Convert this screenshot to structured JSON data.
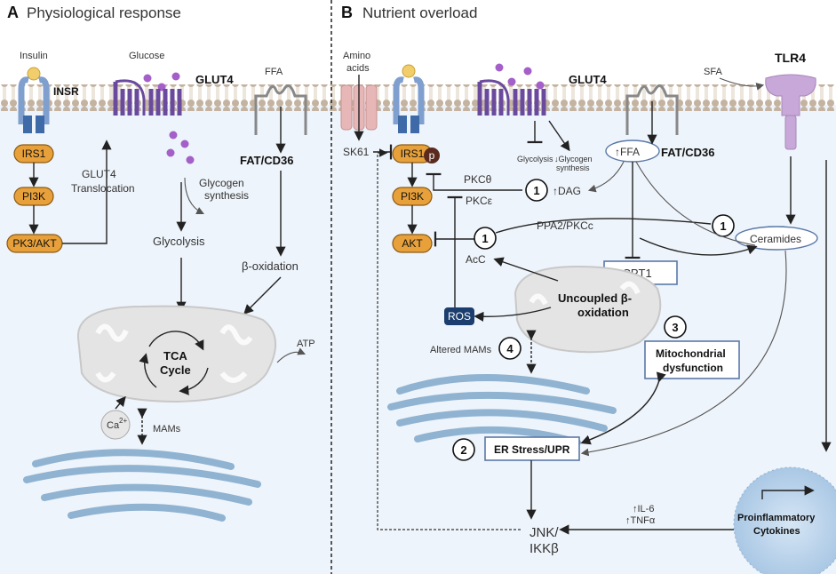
{
  "panelA": {
    "letter": "A",
    "title": "Physiological response",
    "insulin": "Insulin",
    "insr": "INSR",
    "glucose": "Glucose",
    "glut4": "GLUT4",
    "ffa": "FFA",
    "irs1": "IRS1",
    "pi3k": "PI3K",
    "pk3akt": "PK3/AKT",
    "glut4_transloc_1": "GLUT4",
    "glut4_transloc_2": "Translocation",
    "glycogen_1": "Glycogen",
    "glycogen_2": "synthesis",
    "glycolysis": "Glycolysis",
    "fatcd36": "FAT/CD36",
    "beta_oxidation": "β-oxidation",
    "tca_1": "TCA",
    "tca_2": "Cycle",
    "atp": "ATP",
    "ca": "Ca",
    "ca_sup": "2+",
    "mams": "MAMs"
  },
  "panelB": {
    "letter": "B",
    "title": "Nutrient overload",
    "amino_1": "Amino",
    "amino_2": "acids",
    "glut4": "GLUT4",
    "sfa": "SFA",
    "tlr4": "TLR4",
    "sk61": "SK61",
    "irs1": "IRS1",
    "p": "p",
    "pi3k": "PI3K",
    "akt": "AKT",
    "glycolysis": "Glycolysis",
    "glycogen": "↓Glycogen",
    "glycogen_2": "synthesis",
    "ffa": "↑FFA",
    "fatcd36": "FAT/CD36",
    "pkc_theta": "PKCθ",
    "pkc_eps": "PKCε",
    "num1": "1",
    "num2": "2",
    "num3": "3",
    "num4": "4",
    "dag": "↑DAG",
    "ppa2": "PPA2/PKCc",
    "ceramides": "Ceramides",
    "acc": "AcC",
    "cpt1": "↓CPT1",
    "uncoupled_1": "Uncoupled β-",
    "uncoupled_2": "oxidation",
    "ros": "ROS",
    "altered_mams": "Altered MAMs",
    "mito_1": "Mitochondrial",
    "mito_2": "dysfunction",
    "er_stress": "ER Stress/UPR",
    "proinf_1": "Proinflammatory",
    "proinf_2": "Cytokines",
    "il6": "↑IL-6",
    "tnfa": "↑TNFα",
    "jnk_1": "JNK/",
    "jnk_2": "IKKβ"
  },
  "colors": {
    "background": "#eef4fb",
    "membrane": "#c9b8a4",
    "receptor": "#7f9fcf",
    "glut": "#6a4a9c",
    "glucose_dot": "#a45fc8",
    "pill": "#e8a13a",
    "tlr4": "#c8a8d8",
    "er": "#8fb3d1",
    "mito": "#dcdcdc",
    "ros": "#1c3e6e",
    "cytokine": "#bcd4ec"
  }
}
